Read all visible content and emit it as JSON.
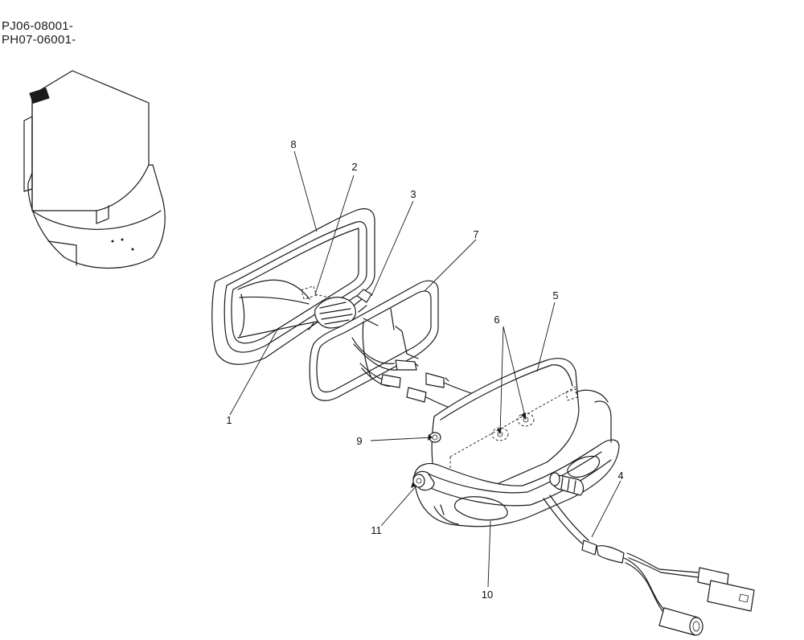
{
  "header": {
    "serial_line_1": "PJ06-08001-",
    "serial_line_2": "PH07-06001-"
  },
  "callouts": {
    "c1": "1",
    "c2": "2",
    "c3": "3",
    "c4": "4",
    "c5": "5",
    "c6": "6",
    "c7": "7",
    "c8": "8",
    "c9": "9",
    "c10": "10",
    "c11": "11"
  },
  "colors": {
    "line": "#1a1a1a",
    "background": "#ffffff"
  },
  "icons": [
    "machine-cab-icon",
    "work-lamp-assembly-icon"
  ]
}
